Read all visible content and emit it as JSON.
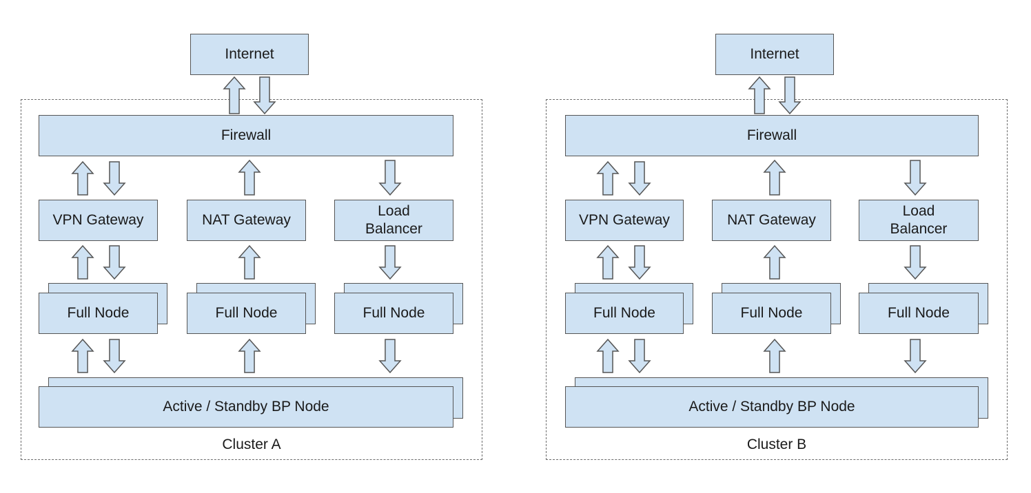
{
  "clusters": [
    {
      "id": "a",
      "caption": "Cluster A",
      "internet": "Internet",
      "firewall": "Firewall",
      "gateways": [
        {
          "label": "VPN Gateway"
        },
        {
          "label": "NAT Gateway"
        },
        {
          "label": "Load\nBalancer"
        }
      ],
      "full_nodes": [
        {
          "label": "Full Node"
        },
        {
          "label": "Full Node"
        },
        {
          "label": "Full Node"
        }
      ],
      "bp_node": "Active / Standby BP Node"
    },
    {
      "id": "b",
      "caption": "Cluster B",
      "internet": "Internet",
      "firewall": "Firewall",
      "gateways": [
        {
          "label": "VPN Gateway"
        },
        {
          "label": "NAT Gateway"
        },
        {
          "label": "Load\nBalancer"
        }
      ],
      "full_nodes": [
        {
          "label": "Full Node"
        },
        {
          "label": "Full Node"
        },
        {
          "label": "Full Node"
        }
      ],
      "bp_node": "Active / Standby BP Node"
    }
  ],
  "colors": {
    "box_fill": "#cfe2f3",
    "box_border": "#555555",
    "frame_border": "#6b6b6b"
  }
}
